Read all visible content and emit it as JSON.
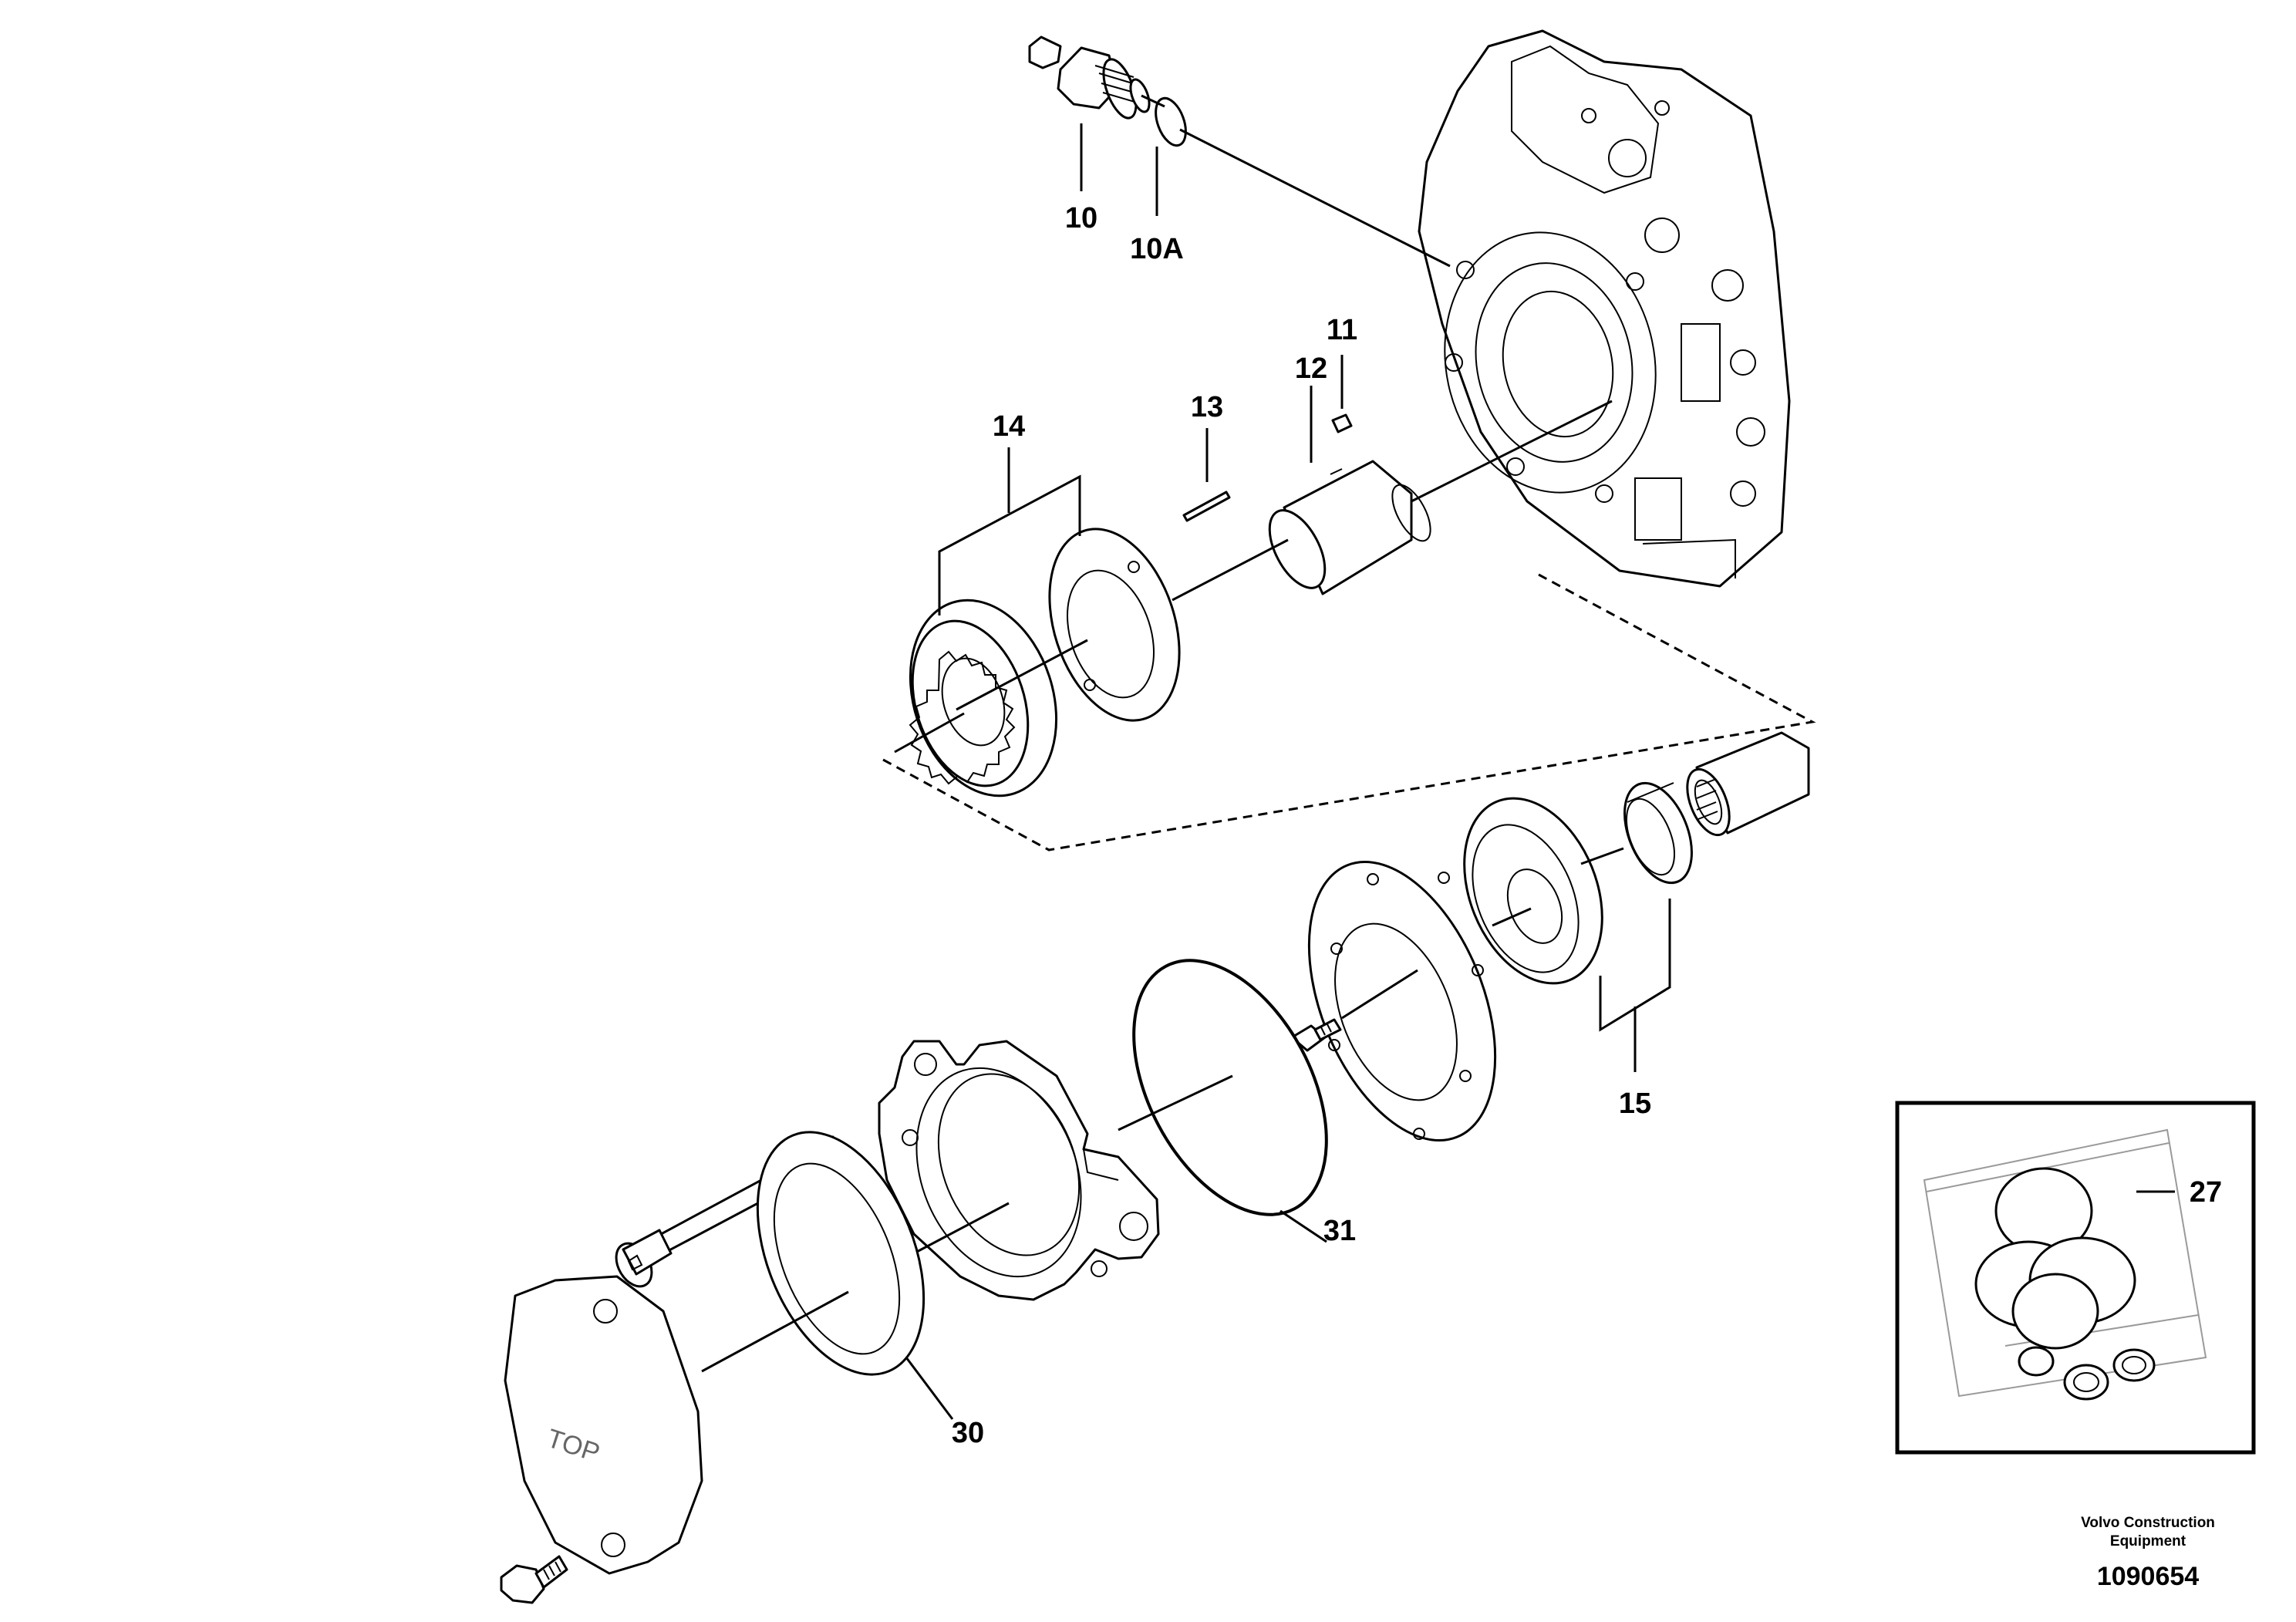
{
  "callouts": {
    "c10": "10",
    "c10a": "10A",
    "c11": "11",
    "c12": "12",
    "c13": "13",
    "c14": "14",
    "c15": "15",
    "c27": "27",
    "c30": "30",
    "c31": "31"
  },
  "cover_marking": "TOP",
  "footer": {
    "brand_line1": "Volvo Construction",
    "brand_line2": "Equipment",
    "drawing_number": "1090654"
  }
}
